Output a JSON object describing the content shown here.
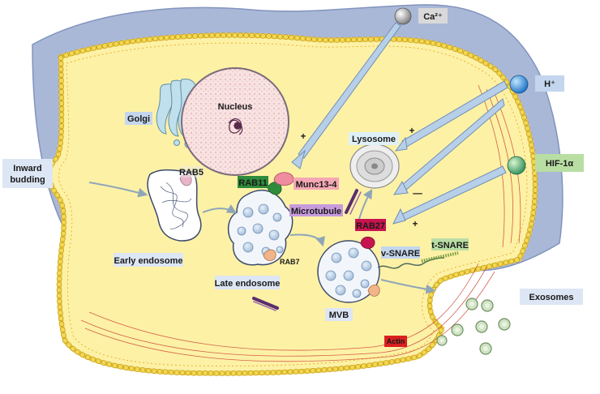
{
  "labels": {
    "ca": "Ca²⁺",
    "h": "H⁺",
    "hif": "HIF-1α",
    "nucleus": "Nucleus",
    "golgi": "Golgi",
    "inward_budding_1": "Inward",
    "inward_budding_2": "budding",
    "rab5": "RAB5",
    "rab11": "RAB11",
    "munc": "Munc13-4",
    "microtubule": "Microtubule",
    "lysosome": "Lysosome",
    "rab27": "RAB27",
    "vsnare": "v-SNARE",
    "tsnare": "t-SNARE",
    "early_endosome": "Early endosome",
    "late_endosome": "Late endosome",
    "rab7": "RAB7",
    "mvb": "MVB",
    "exosomes": "Exosomes",
    "actin": "Actin"
  },
  "signs": {
    "plus": "+",
    "minus": "—"
  },
  "colors": {
    "cytoplasm": "#fdf1a6",
    "membrane_bead": "#f4d84c",
    "nucleus": "#f7dede",
    "lysosome_arrow": "#b7cfe8",
    "rab11": "#2e8b3c",
    "munc": "#f08ca0",
    "rab27": "#c8144e",
    "rab5": "#e8b4c8",
    "microtubule_box": "#c79bdc",
    "actin_box": "#d92020",
    "hif_box": "#b9dea3",
    "h_box": "#c3d6ee",
    "ca_box": "#d9d9d9",
    "exosome": "#cfe3c4"
  }
}
